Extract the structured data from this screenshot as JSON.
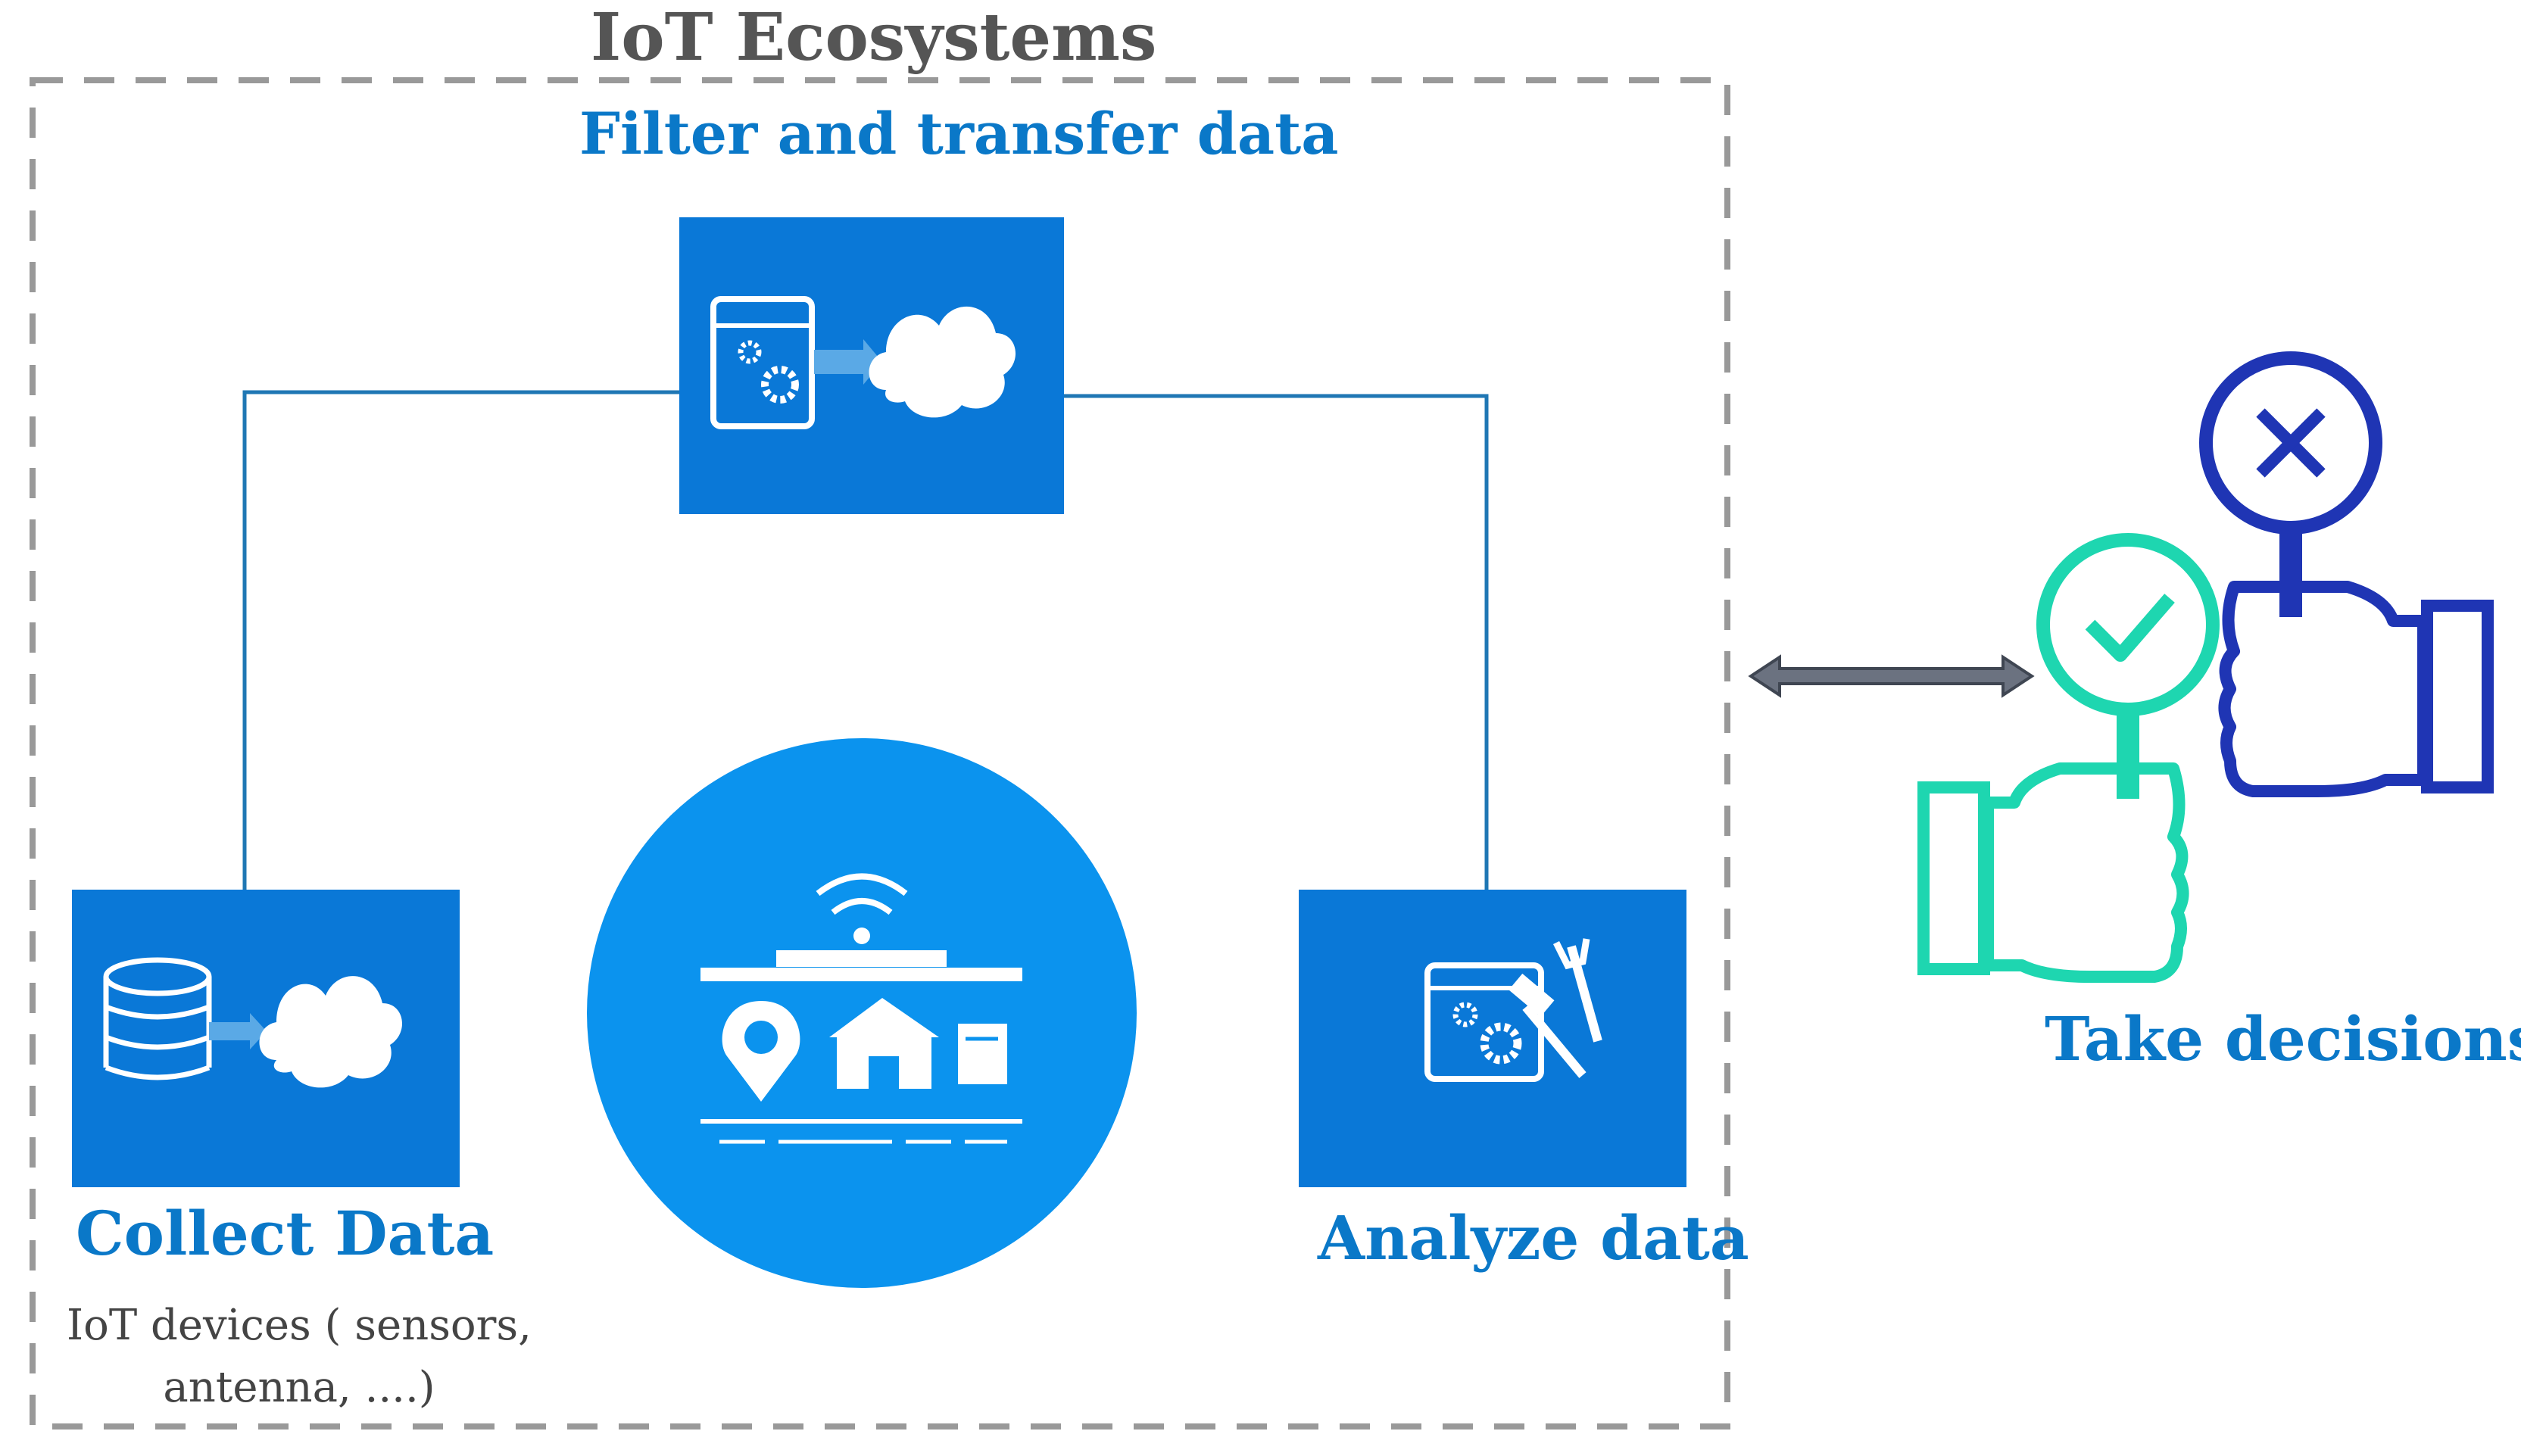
{
  "title": "IoT Ecosystems",
  "stages": {
    "filter": {
      "label": "Filter and transfer data",
      "icon": "settings-to-cloud-icon"
    },
    "collect": {
      "label": "Collect Data",
      "note_line1": "IoT devices ( sensors,",
      "note_line2": "antenna, ....)",
      "icon": "database-to-cloud-icon"
    },
    "analyze": {
      "label": "Analyze data",
      "icon": "settings-tools-icon"
    },
    "center": {
      "icon": "iot-network-hub-icon"
    },
    "decide": {
      "label": "Take decisions",
      "icon": "approve-reject-magnifier-icon"
    }
  },
  "colors": {
    "box": "#0a78d7",
    "circle": "#0b93ee",
    "label": "#0a78c8",
    "connector": "#1f77b4",
    "border": "#999999",
    "check": "#1ed6b0",
    "cross": "#1f35b4",
    "arrow": "#6b7280"
  }
}
